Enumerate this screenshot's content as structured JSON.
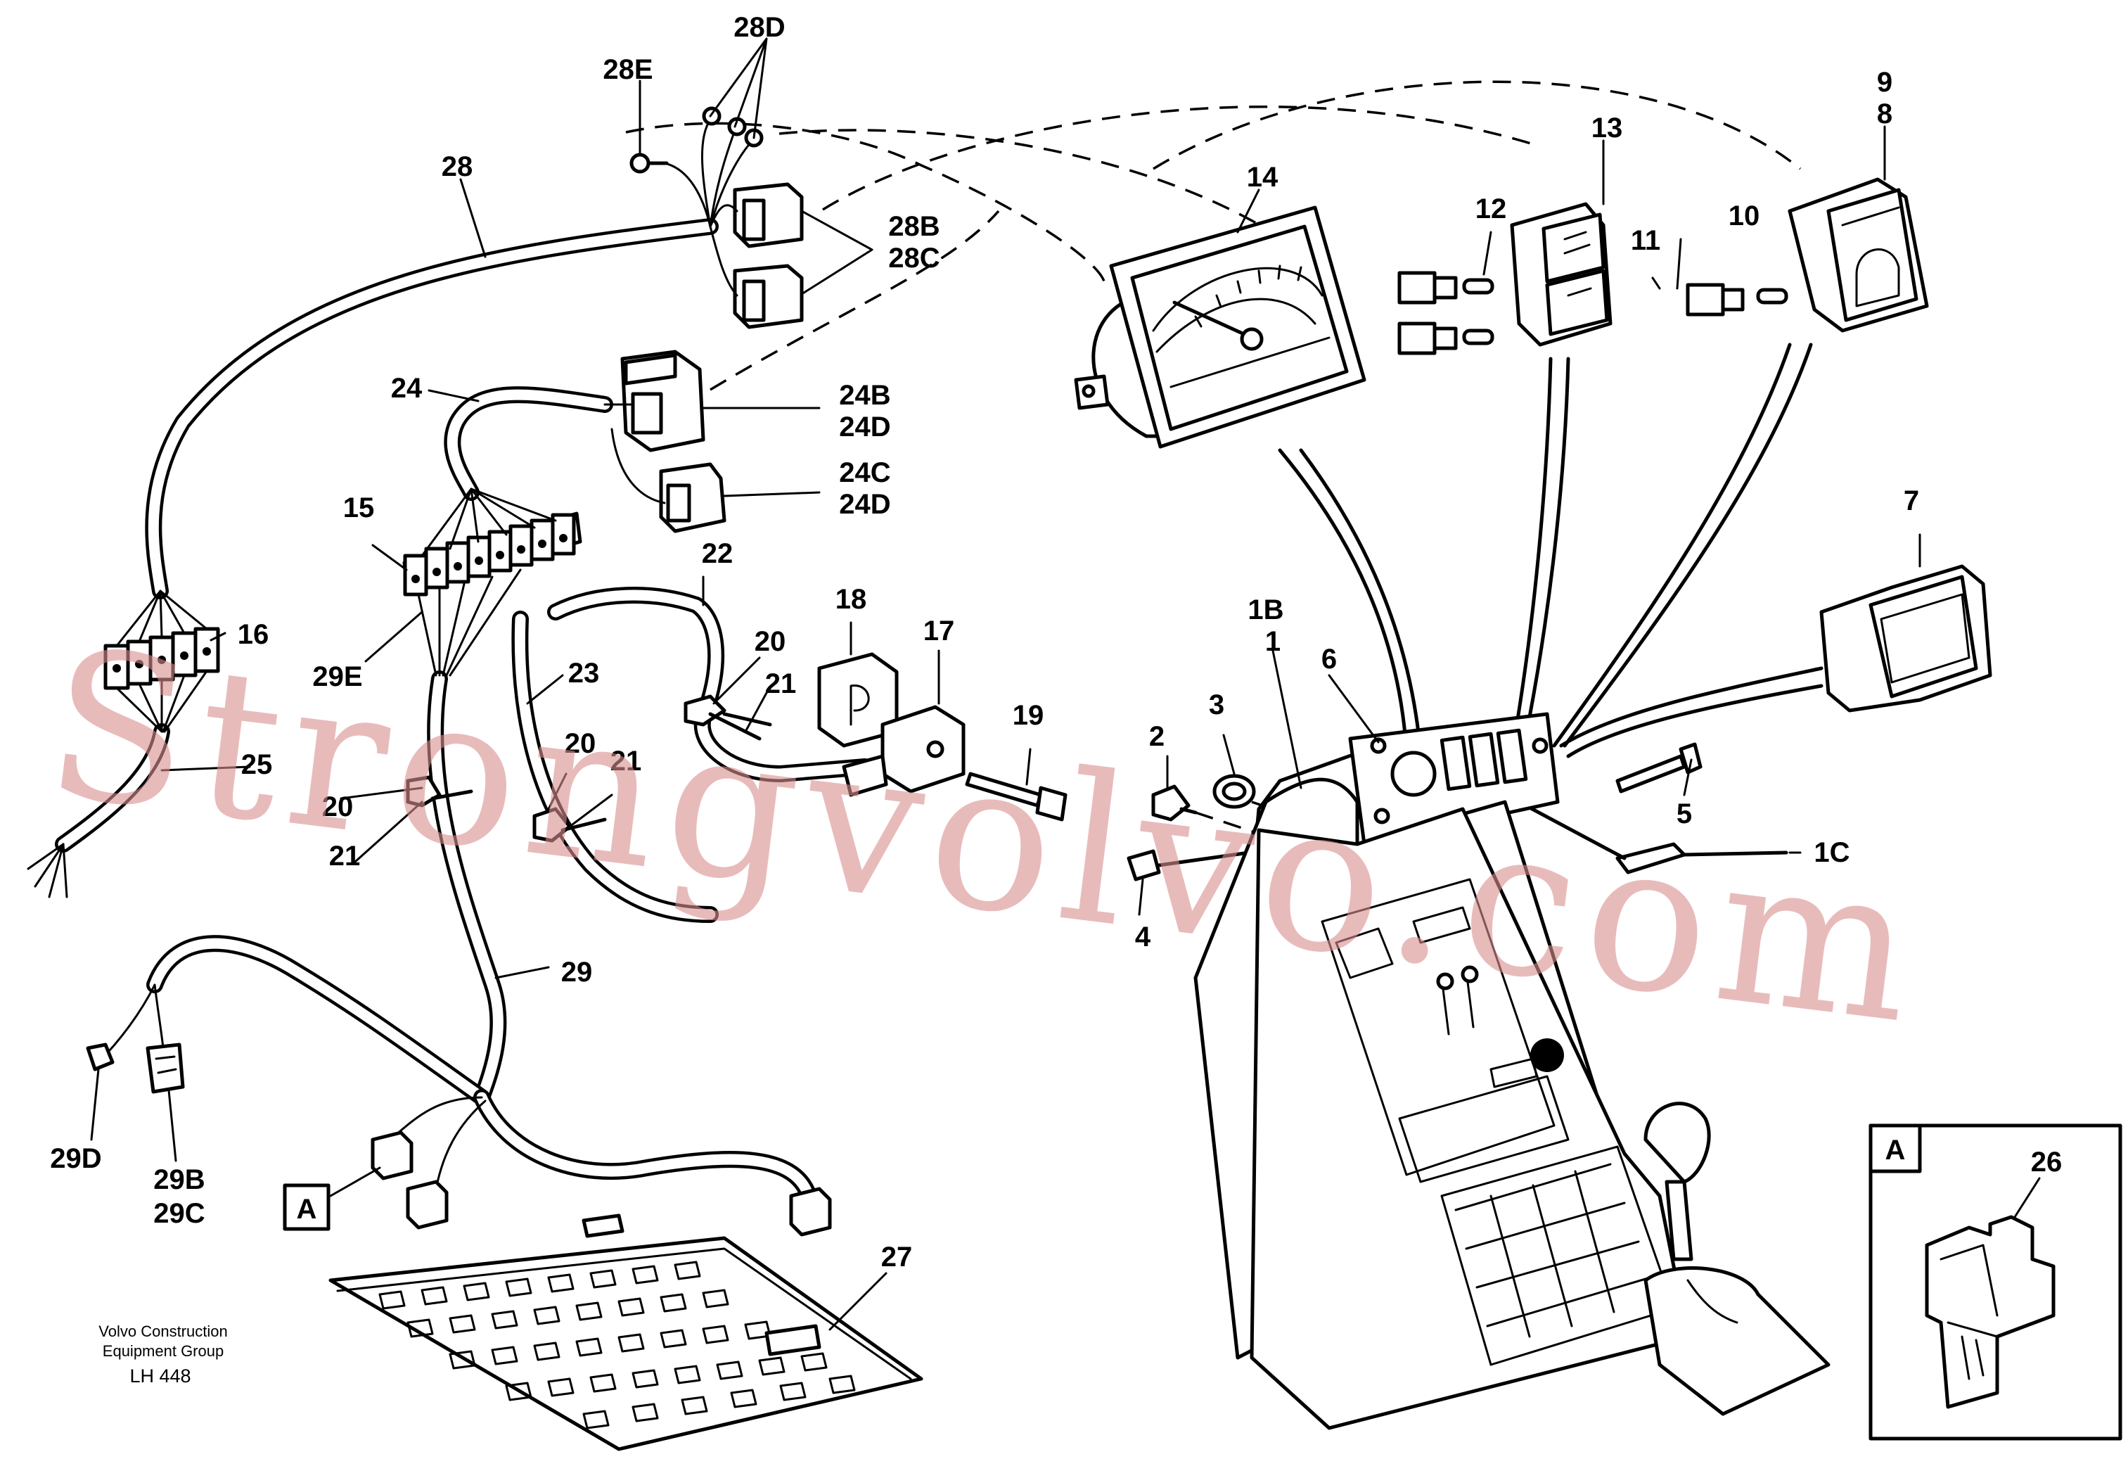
{
  "callouts": {
    "c1": "1",
    "c1B": "1B",
    "c1C": "1C",
    "c2": "2",
    "c3": "3",
    "c4": "4",
    "c5": "5",
    "c6": "6",
    "c7": "7",
    "c8": "8",
    "c9": "9",
    "c10": "10",
    "c11": "11",
    "c12": "12",
    "c13": "13",
    "c14": "14",
    "c15": "15",
    "c16": "16",
    "c17": "17",
    "c18": "18",
    "c19": "19",
    "c20a": "20",
    "c20b": "20",
    "c20c": "20",
    "c21a": "21",
    "c21b": "21",
    "c21c": "21",
    "c22": "22",
    "c23": "23",
    "c24": "24",
    "c24B": "24B",
    "c24D1": "24D",
    "c24C": "24C",
    "c24D2": "24D",
    "c25": "25",
    "c26": "26",
    "c27": "27",
    "c28": "28",
    "c28B": "28B",
    "c28C": "28C",
    "c28D": "28D",
    "c28E": "28E",
    "c29": "29",
    "c29B": "29B",
    "c29C": "29C",
    "c29D": "29D",
    "c29E": "29E",
    "cA1": "A",
    "cA2": "A"
  },
  "caption": {
    "line1": "Volvo Construction",
    "line2": "Equipment Group",
    "ref": "LH 448"
  },
  "watermark": "Strongvolvo.com"
}
